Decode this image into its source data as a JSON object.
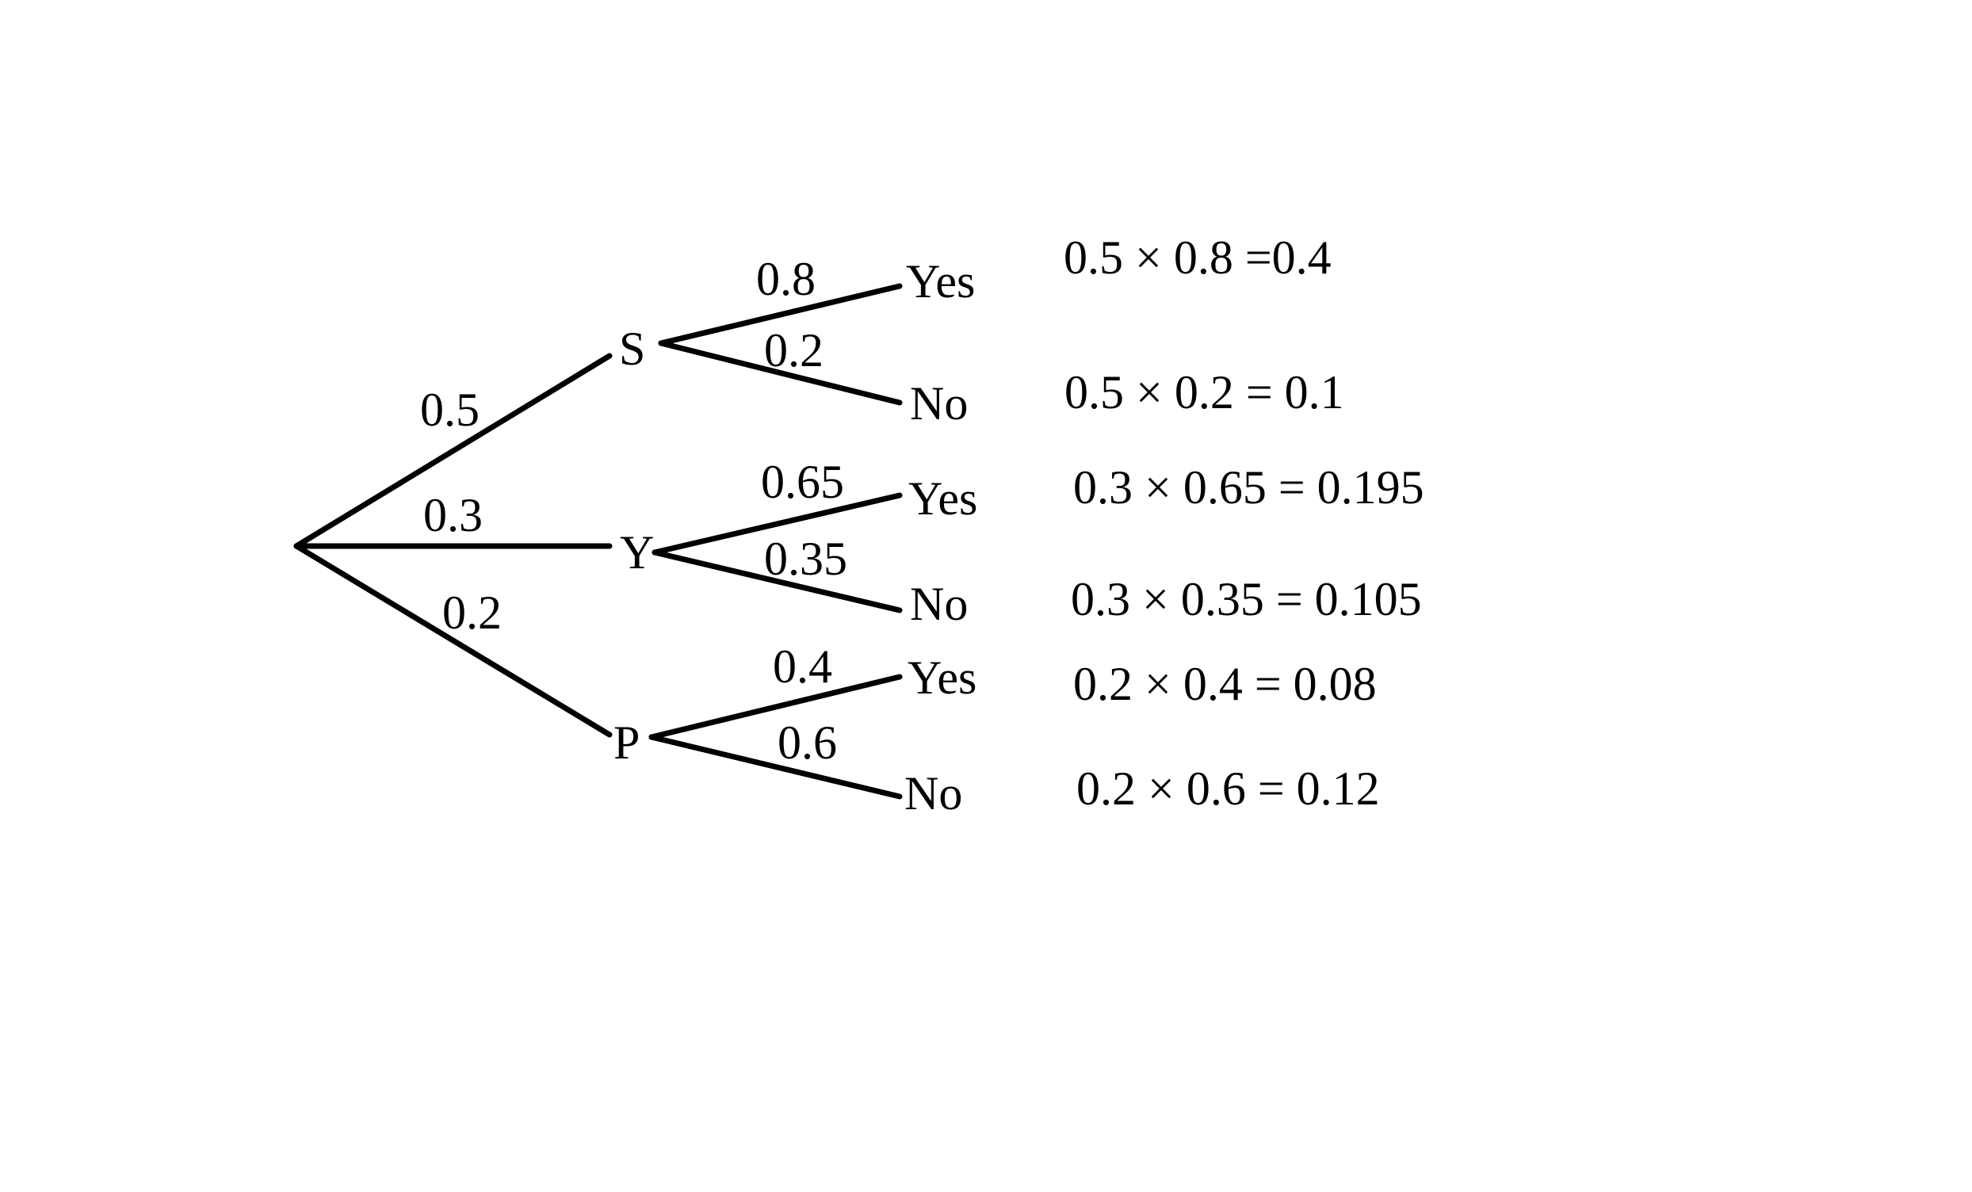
{
  "nodes": {
    "s": "S",
    "y": "Y",
    "p": "P"
  },
  "first_level": {
    "s": "0.5",
    "y": "0.3",
    "p": "0.2"
  },
  "second_level": {
    "s_yes": "0.8",
    "s_no": "0.2",
    "y_yes": "0.65",
    "y_no": "0.35",
    "p_yes": "0.4",
    "p_no": "0.6"
  },
  "outcomes": {
    "yes": "Yes",
    "no": "No"
  },
  "results": [
    "0.5 × 0.8 =0.4",
    "0.5 × 0.2 = 0.1",
    "0.3 × 0.65 = 0.195",
    "0.3 × 0.35 = 0.105",
    "0.2 × 0.4 = 0.08",
    "0.2 × 0.6 = 0.12"
  ]
}
